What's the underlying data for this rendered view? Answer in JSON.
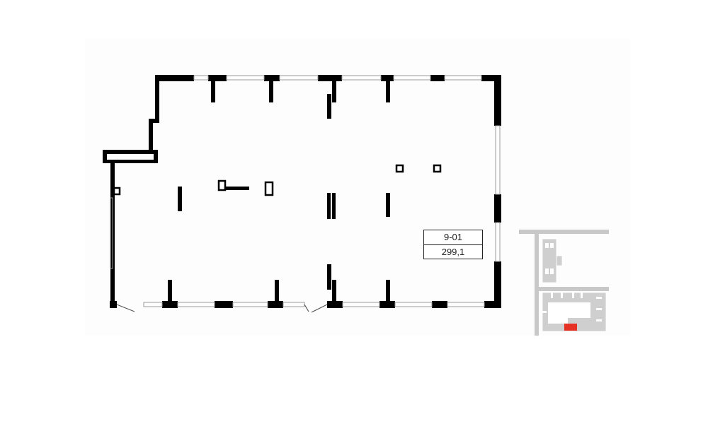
{
  "unit": {
    "number": "9-01",
    "area": "299,1"
  },
  "colors": {
    "wall": "#000000",
    "window": "#bfbfbf",
    "site_block": "#c8c8c8",
    "site_highlight": "#e53224"
  },
  "icons": {
    "floor_plan": "floor-plan-drawing",
    "site_map": "site-location-minimap"
  }
}
